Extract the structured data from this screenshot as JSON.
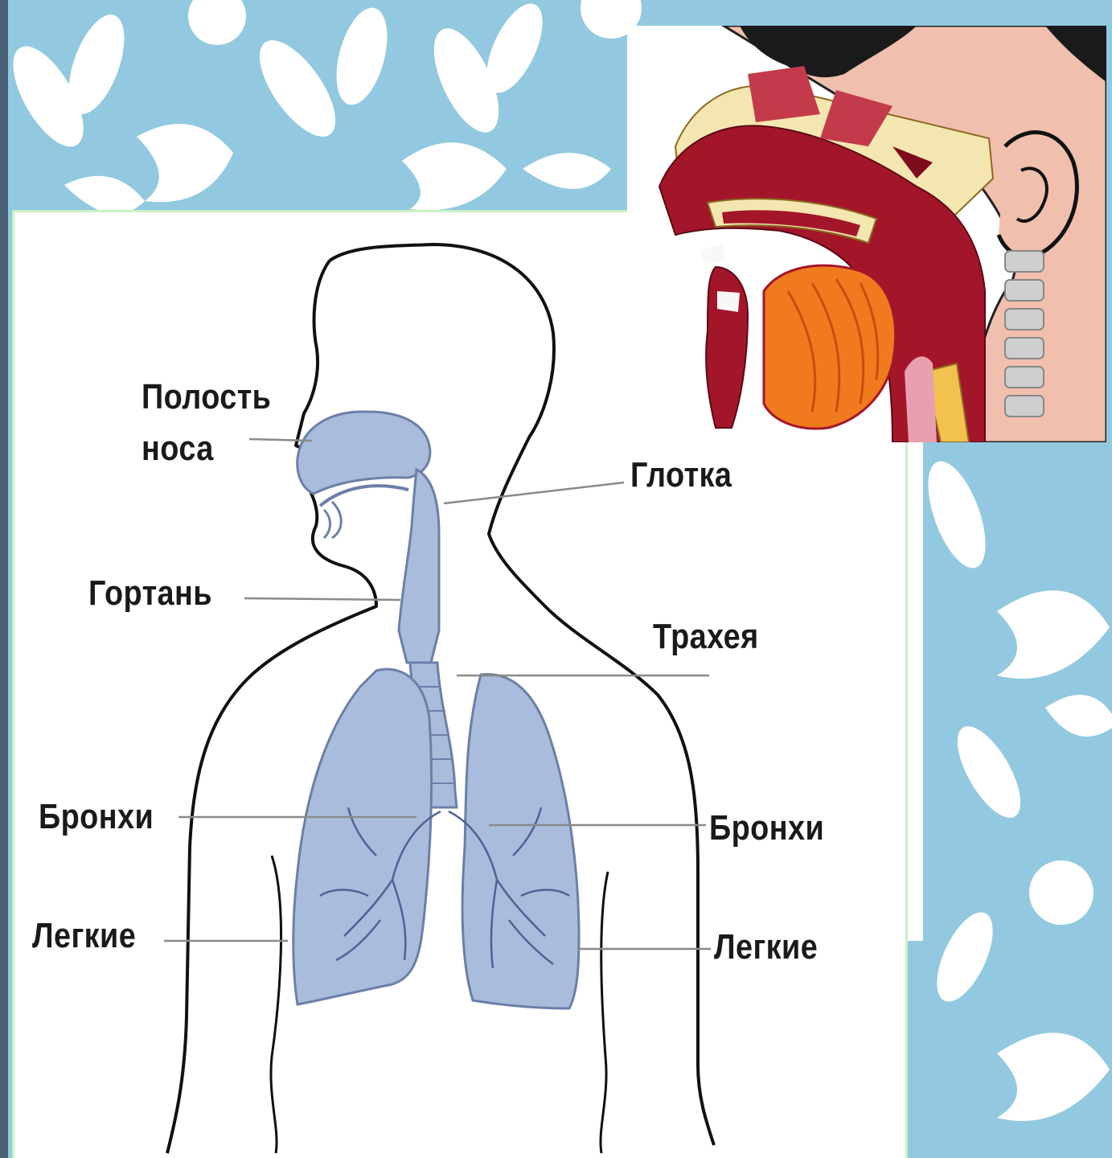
{
  "labels": {
    "nasal_cavity": "Полость\nноса",
    "pharynx": "Глотка",
    "larynx": "Гортань",
    "trachea": "Трахея",
    "bronchi_left": "Бронхи",
    "bronchi_right": "Бронхи",
    "lungs_left": "Легкие",
    "lungs_right": "Легкие"
  },
  "colors": {
    "background": "#92c9e0",
    "pattern": "#ffffff",
    "airway_fill": "#a9bcdc",
    "airway_stroke": "#6c7fa8",
    "body_outline": "#111111",
    "leader_line": "#8a8a8a",
    "tissue_red": "#a3162a",
    "tongue_orange": "#f07a1e",
    "skin": "#f1bfae"
  }
}
